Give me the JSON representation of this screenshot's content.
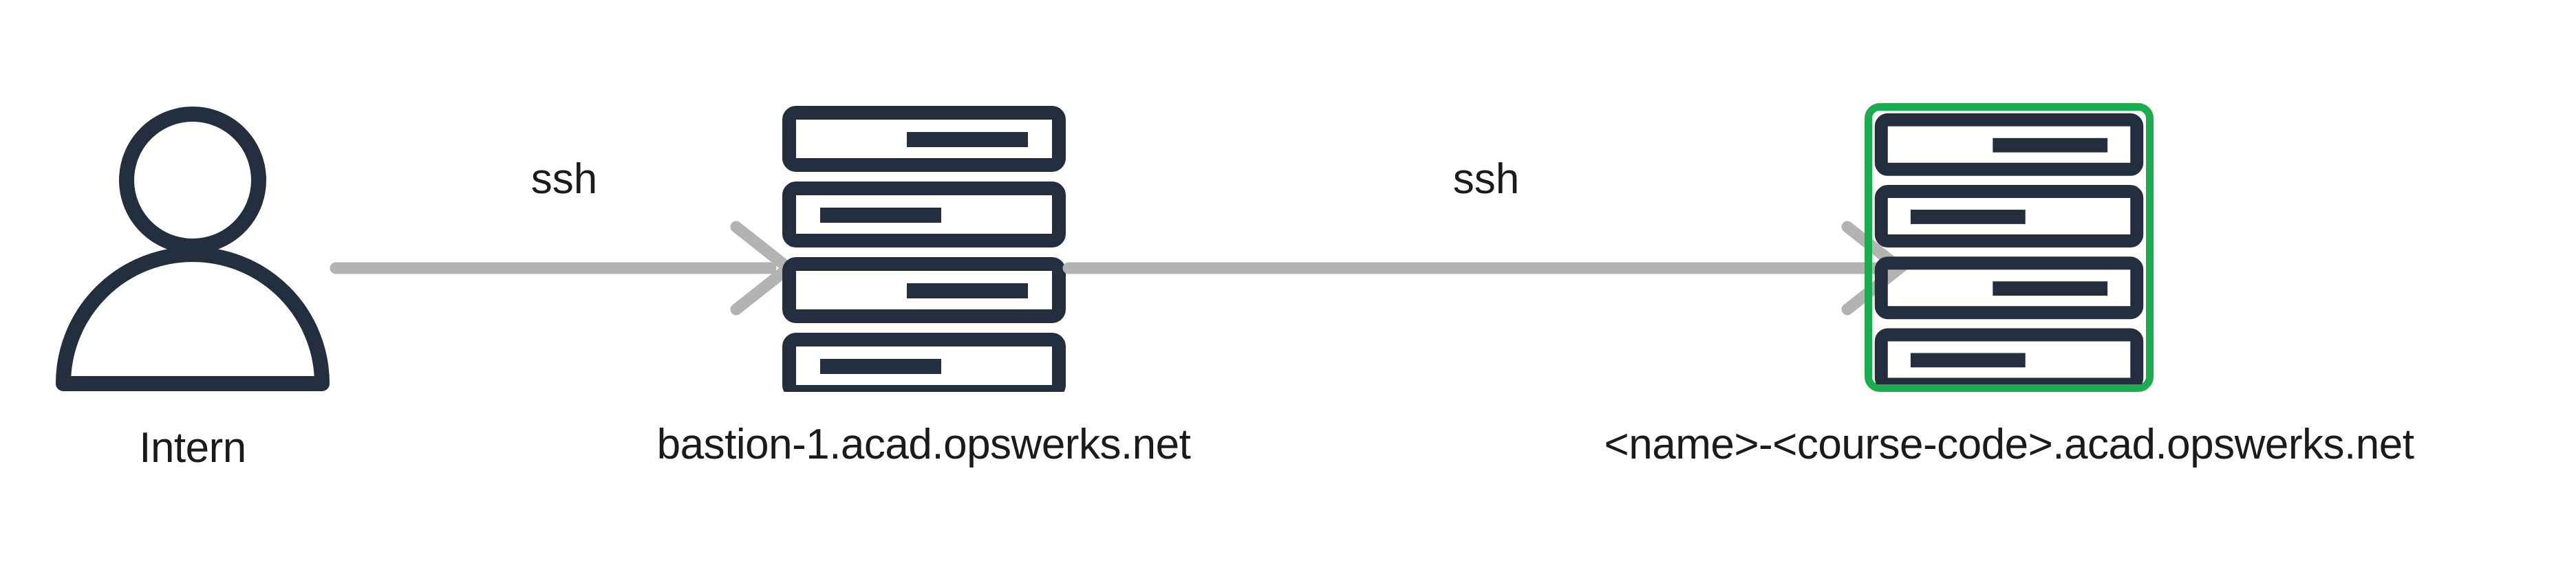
{
  "diagram": {
    "title": "SSH access path through bastion host",
    "background_color": "#ffffff",
    "nodes": [
      {
        "id": "intern",
        "icon": "person-icon",
        "label": "Intern",
        "highlighted": false,
        "highlight_color": ""
      },
      {
        "id": "bastion",
        "icon": "server-rack-icon",
        "label": "bastion-1.acad.opswerks.net",
        "highlighted": false,
        "highlight_color": ""
      },
      {
        "id": "target-host",
        "icon": "server-rack-icon",
        "label": "<name>-<course-code>.acad.opswerks.net",
        "highlighted": true,
        "highlight_color": "#1bac4d"
      }
    ],
    "connectors": [
      {
        "id": "intern-to-bastion",
        "label": "ssh",
        "from": "intern",
        "to": "bastion",
        "color": "#b3b3b3",
        "arrowhead": "chevron-right"
      },
      {
        "id": "bastion-to-target",
        "label": "ssh",
        "from": "bastion",
        "to": "target-host",
        "color": "#b3b3b3",
        "arrowhead": "chevron-right"
      }
    ],
    "colors": {
      "icon_stroke": "#232f3e",
      "connector": "#b3b3b3",
      "highlight": "#1bac4d",
      "text": "#1b1b1b"
    }
  }
}
